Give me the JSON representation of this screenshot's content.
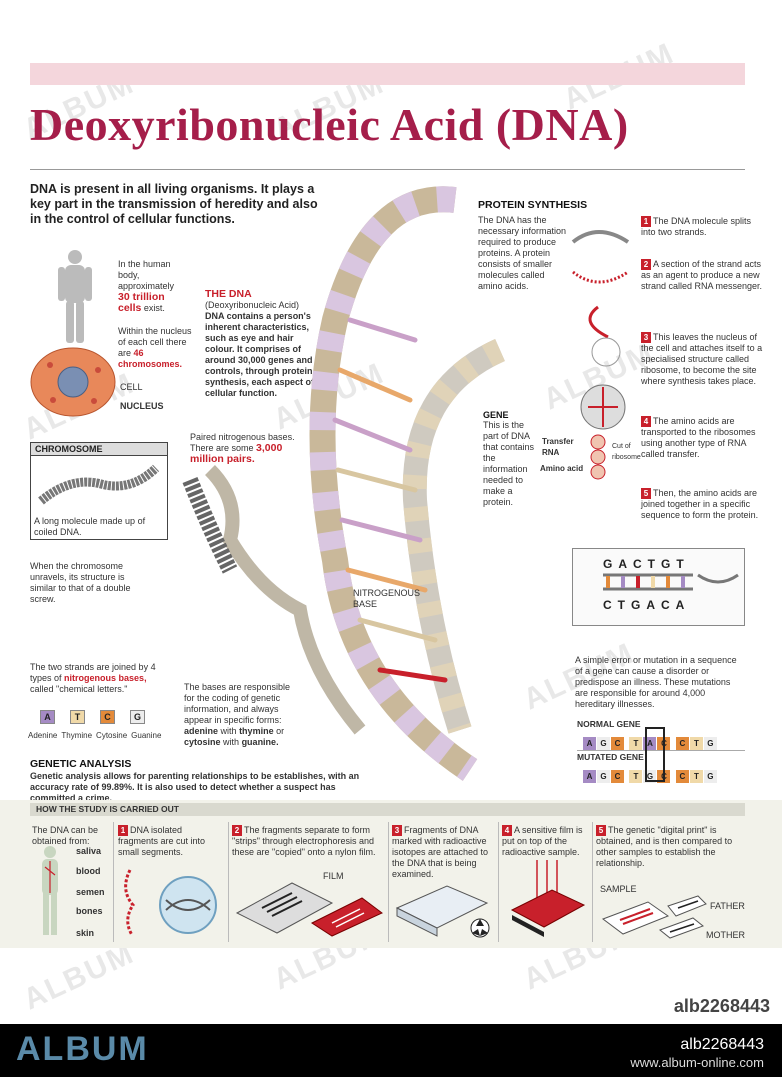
{
  "title": "Deoxyribonucleic Acid (DNA)",
  "intro": "DNA is present in all living organisms. It plays a key part in the transmission of heredity and also in the control of cellular functions.",
  "body": {
    "pre": "In the human body, approximately",
    "highlight": "30 trillion cells",
    "post": "exist."
  },
  "nucleus": {
    "pre": "Within the nucleus of each cell there are",
    "highlight": "46 chromosomes."
  },
  "cell_label": "CELL",
  "nucleus_label": "NUCLEUS",
  "chromosome": {
    "header": "CHROMOSOME",
    "caption": "A long molecule made up of coiled DNA."
  },
  "unravel": "When the chromosome unravels, its structure is similar to that of a double screw.",
  "strands": {
    "pre": "The two strands are joined by 4 types of",
    "highlight": "nitrogenous bases,",
    "post": "called \"chemical letters.\""
  },
  "bases": [
    {
      "letter": "A",
      "name": "Adenine",
      "color": "#a58bc4"
    },
    {
      "letter": "T",
      "name": "Thymine",
      "color": "#f0d9a8"
    },
    {
      "letter": "C",
      "name": "Cytosine",
      "color": "#e38a3a"
    },
    {
      "letter": "G",
      "name": "Guanine",
      "color": "#ededed"
    }
  ],
  "the_dna": {
    "heading": "THE DNA",
    "sub": "(Deoxyribonucleic Acid)",
    "text": "DNA contains a person's inherent characteristics, such as eye and hair colour. It comprises of around 30,000 genes and controls, through protein synthesis, each aspect of cellular function."
  },
  "paired": {
    "pre": "Paired nitrogenous bases. There are some",
    "highlight": "3,000 million pairs."
  },
  "bases_text": {
    "pre": "The bases are responsible for the coding of genetic information, and always appear in specific forms:",
    "bold1": "adenine",
    "mid": "with",
    "bold2": "thymine",
    "or": "or",
    "bold3": "cytosine",
    "mid2": "with",
    "bold4": "guanine."
  },
  "gene": {
    "heading": "GENE",
    "text": "This is the part of DNA that contains the information needed to make a protein."
  },
  "nitrogenous_base_label": "NITROGENOUS BASE",
  "protein_synthesis": {
    "heading": "PROTEIN SYNTHESIS",
    "intro": "The DNA has the necessary information required to produce proteins. A protein consists of smaller molecules called amino acids.",
    "steps": [
      {
        "num": "1",
        "text": "The DNA molecule splits into two strands."
      },
      {
        "num": "2",
        "text": "A section of the strand acts as an agent to produce a new strand called RNA messenger."
      },
      {
        "num": "3",
        "text": "This leaves the nucleus of the cell and attaches itself to a specialised structure called ribosome, to become the site where synthesis takes place."
      },
      {
        "num": "4",
        "text": "The amino acids are transported to the ribosomes using another type of RNA called transfer.",
        "bold": "RNA called transfer."
      },
      {
        "num": "5",
        "text": "Then, the amino acids are joined together in a specific sequence to form the protein.",
        "bold": "protein."
      }
    ],
    "transfer_rna": "Transfer RNA",
    "cut_of_ribosome": "Cut of ribosome",
    "amino_acid": "Amino acid"
  },
  "sequence": {
    "top": "GACTGT",
    "bottom": "CTGACA"
  },
  "mutation_text": "A simple error or mutation in a sequence of a gene can cause a disorder or predispose an illness. These mutations are responsible for around 4,000 hereditary illnesses.",
  "normal_gene": {
    "label": "NORMAL GENE",
    "cells": [
      "A",
      "G",
      "C",
      "T",
      "A",
      "C",
      "C",
      "T",
      "G"
    ]
  },
  "mutated_gene": {
    "label": "MUTATED GENE",
    "cells": [
      "A",
      "G",
      "C",
      "T",
      "G",
      "C",
      "C",
      "T",
      "G"
    ]
  },
  "genetic_analysis": {
    "heading": "GENETIC ANALYSIS",
    "text": "Genetic analysis allows for parenting relationships to be establishes, with an accuracy rate of 99.89%. It is also used to detect whether a suspect has committed a crime."
  },
  "study": {
    "heading": "HOW THE STUDY IS CARRIED OUT",
    "obtained": "The DNA can be obtained from:",
    "sources": [
      "saliva",
      "blood",
      "semen",
      "bones",
      "skin"
    ],
    "steps": [
      {
        "num": "1",
        "text": "DNA isolated fragments are cut into small segments."
      },
      {
        "num": "2",
        "text": "The fragments separate to form \"strips\" through electrophoresis and these are \"copied\" onto a nylon film."
      },
      {
        "num": "3",
        "text": "Fragments of DNA marked with radioactive isotopes are attached to the DNA that is being examined."
      },
      {
        "num": "4",
        "text": "A sensitive film is put on top of the radioactive sample."
      },
      {
        "num": "5",
        "text": "The genetic \"digital print\" is obtained, and is then compared to other samples to establish the relationship."
      }
    ],
    "film": "FILM",
    "sample": "SAMPLE",
    "father": "FATHER",
    "mother": "MOTHER"
  },
  "image_id": "alb2268443",
  "footer": {
    "logo": "ALBUM",
    "id": "alb2268443",
    "url": "www.album-online.com"
  },
  "watermark": "ALBUM",
  "colors": {
    "title": "#a51e4a",
    "accent_red": "#c8202b",
    "pink_bar": "#f4d6dc",
    "footer_logo": "#5a8aa8"
  }
}
